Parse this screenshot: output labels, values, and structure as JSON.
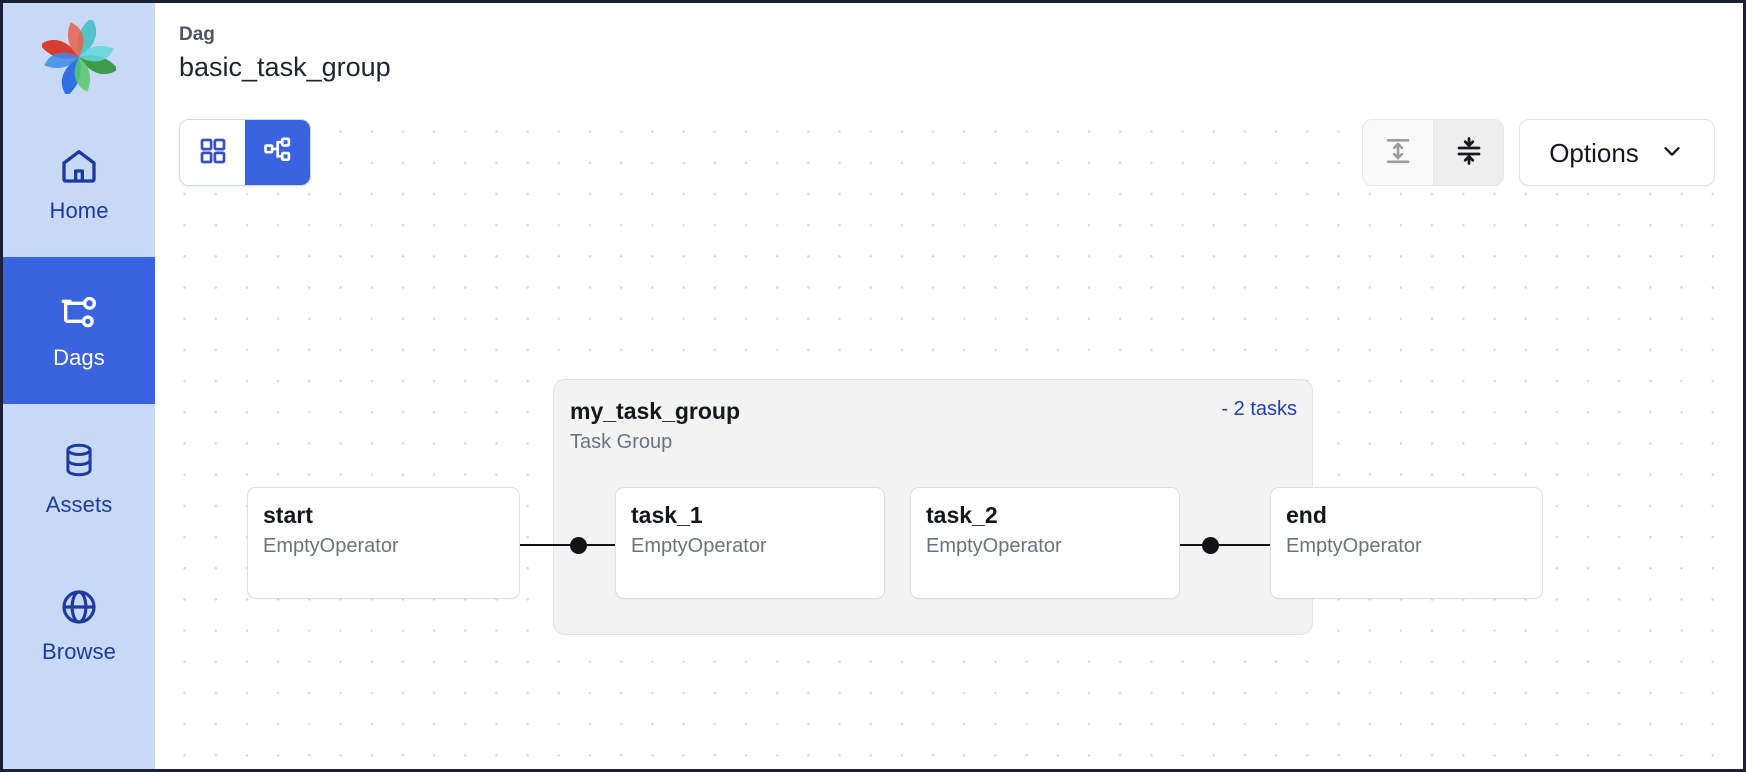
{
  "sidebar": {
    "logo_name": "airflow-pinwheel-logo",
    "items": [
      {
        "label": "Home",
        "icon": "home-icon",
        "active": false
      },
      {
        "label": "Dags",
        "icon": "dag-graph-icon",
        "active": true
      },
      {
        "label": "Assets",
        "icon": "database-icon",
        "active": false
      },
      {
        "label": "Browse",
        "icon": "globe-icon",
        "active": false
      }
    ],
    "bg_color": "#c7d9f7",
    "active_color": "#3a63e0",
    "text_color": "#1e3a9e"
  },
  "header": {
    "eyebrow": "Dag",
    "title": "basic_task_group"
  },
  "toolbar": {
    "view_toggle": [
      {
        "name": "grid-view",
        "icon": "grid-icon",
        "active": false
      },
      {
        "name": "graph-view",
        "icon": "graph-icon",
        "active": true
      }
    ],
    "layout_buttons": [
      {
        "name": "expand-all",
        "icon": "expand-vertical-icon",
        "pressed": false
      },
      {
        "name": "collapse-all",
        "icon": "collapse-vertical-icon",
        "pressed": true
      }
    ],
    "options_label": "Options",
    "options_caret": "chevron-down-icon"
  },
  "graph": {
    "task_group": {
      "title": "my_task_group",
      "subtitle": "Task Group",
      "count_label": "- 2 tasks"
    },
    "nodes": [
      {
        "id": "start",
        "title": "start",
        "operator": "EmptyOperator"
      },
      {
        "id": "task_1",
        "title": "task_1",
        "operator": "EmptyOperator"
      },
      {
        "id": "task_2",
        "title": "task_2",
        "operator": "EmptyOperator"
      },
      {
        "id": "end",
        "title": "end",
        "operator": "EmptyOperator"
      }
    ],
    "edges": [
      {
        "from": "start",
        "to": "task_1"
      },
      {
        "from": "task_2",
        "to": "end"
      }
    ]
  }
}
